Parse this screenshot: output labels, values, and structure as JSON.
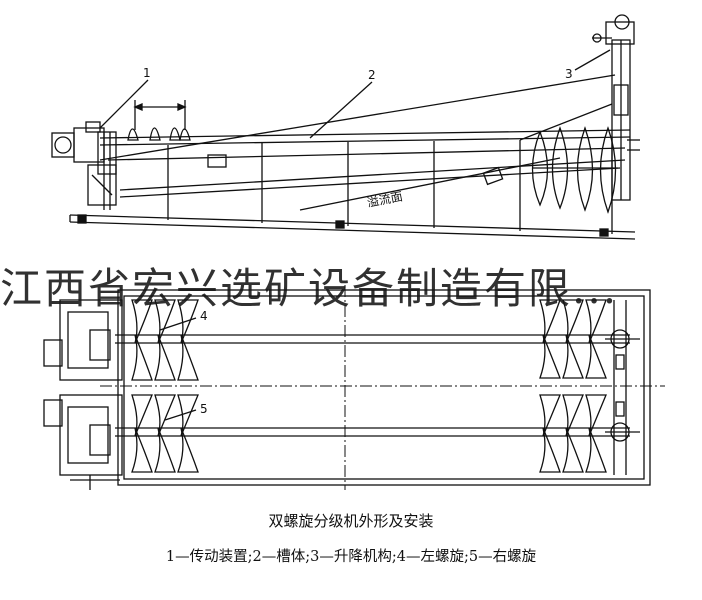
{
  "figure": {
    "title": "双螺旋分级机外形及安装",
    "legend": "1—传动装置;2—槽体;3—升降机构;4—左螺旋;5—右螺旋",
    "overflow_label": "溢流面",
    "callouts": [
      "1",
      "2",
      "3",
      "4",
      "5"
    ],
    "watermark": "江西省宏兴选矿设备制造有限..."
  }
}
